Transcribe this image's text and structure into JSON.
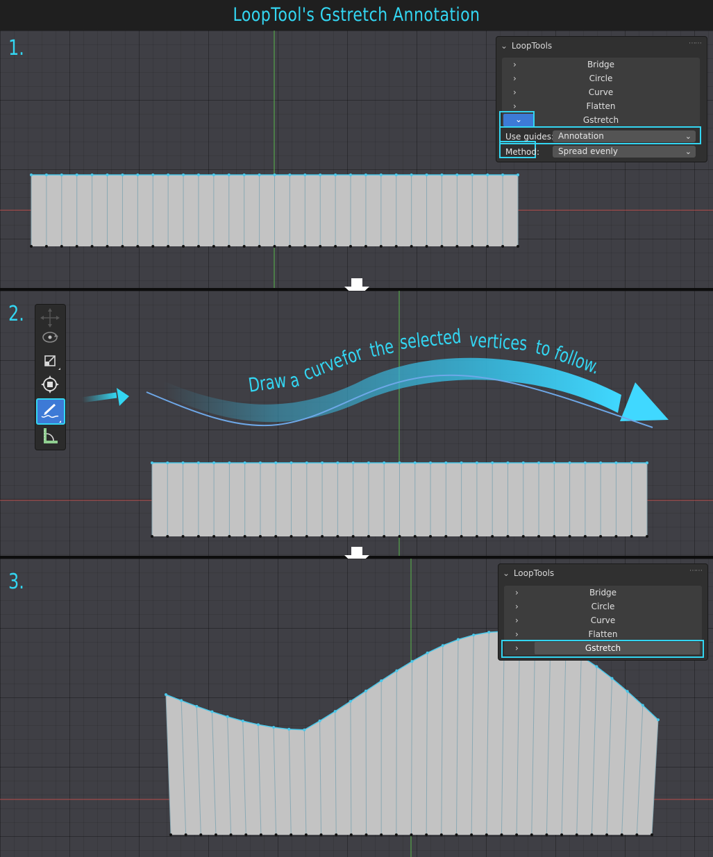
{
  "title": "LoopTool's Gstretch Annotation",
  "steps": [
    "1.",
    "2.",
    "3."
  ],
  "panel1": {
    "header": "LoopTools",
    "items": [
      "Bridge",
      "Circle",
      "Curve",
      "Flatten",
      "Gstretch"
    ],
    "use_guides_label": "Use guides:",
    "use_guides_value": "Annotation",
    "method_label": "Method:",
    "method_value": "Spread evenly"
  },
  "panel3": {
    "header": "LoopTools",
    "items": [
      "Bridge",
      "Circle",
      "Curve",
      "Flatten",
      "Gstretch"
    ]
  },
  "callout_words": [
    "Draw",
    "a",
    "curve",
    "for",
    "the",
    "selected",
    "vertices",
    "to",
    "follow."
  ],
  "toolbar_icons": [
    "move-icon",
    "rotate-icon",
    "scale-icon",
    "transform-icon",
    "annotate-icon",
    "measure-icon"
  ],
  "colors": {
    "accent": "#33d6f2",
    "viewport": "#3f3f45",
    "mesh": "#c3c3c3",
    "axis_x": "#b84c4c",
    "axis_y": "#5ab84c",
    "active_button": "#3d7ad6"
  }
}
